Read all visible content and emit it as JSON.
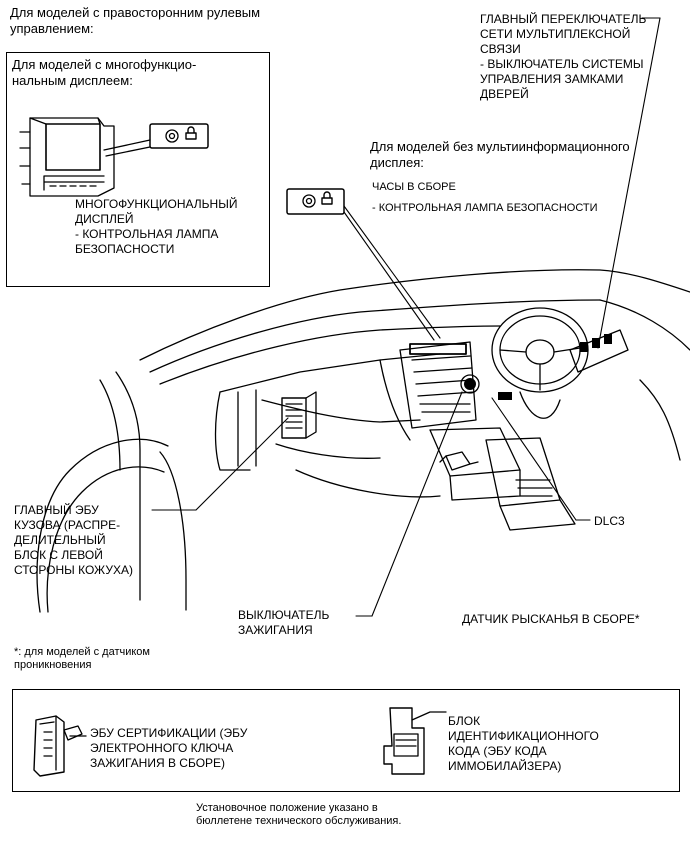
{
  "top_note": "Для моделей с правосторонним рулевым\nуправлением:",
  "inset_multi": {
    "heading": "Для моделей с многофункцио-\nнальным дисплеем:",
    "label": "МНОГОФУНКЦИОНАЛЬНЫЙ\nДИСПЛЕЙ\n- КОНТРОЛЬНАЯ ЛАМПА\nБЕЗОПАСНОСТИ"
  },
  "main_switch": "ГЛАВНЫЙ ПЕРЕКЛЮЧАТЕЛЬ\nСЕТИ МУЛЬТИПЛЕКСНОЙ\nСВЯЗИ\n- ВЫКЛЮЧАТЕЛЬ СИСТЕМЫ\nУПРАВЛЕНИЯ ЗАМКАМИ\nДВЕРЕЙ",
  "no_multi": {
    "heading": "Для моделей без мультиинформационного\nдисплея:",
    "clock": "ЧАСЫ В СБОРЕ",
    "lamp": "- КОНТРОЛЬНАЯ ЛАМПА БЕЗОПАСНОСТИ"
  },
  "body_ecu": "ГЛАВНЫЙ ЭБУ\nКУЗОВА (РАСПРЕ-\nДЕЛИТЕЛЬНЫЙ\nБЛОК С ЛЕВОЙ\nСТОРОНЫ КОЖУХА)",
  "dlc3": "DLC3",
  "ignition": "ВЫКЛЮЧАТЕЛЬ\nЗАЖИГАНИЯ",
  "yaw_sensor": "ДАТЧИК РЫСКАНЬЯ В СБОРЕ*",
  "footnote": "*: для моделей с датчиком\nпроникновения",
  "legend": {
    "cert_ecu": "ЭБУ СЕРТИФИКАЦИИ (ЭБУ\nЭЛЕКТРОННОГО КЛЮЧА\nЗАЖИГАНИЯ В СБОРЕ)",
    "id_box": "БЛОК\nИДЕНТИФИКАЦИОННОГО\nКОДА (ЭБУ КОДА\nИММОБИЛАЙЗЕРА)"
  },
  "bottom_note": "Установочное положение указано в\nбюллетене технического обслуживания.",
  "icons": [
    "security-indicator-icon",
    "lock-icon"
  ]
}
